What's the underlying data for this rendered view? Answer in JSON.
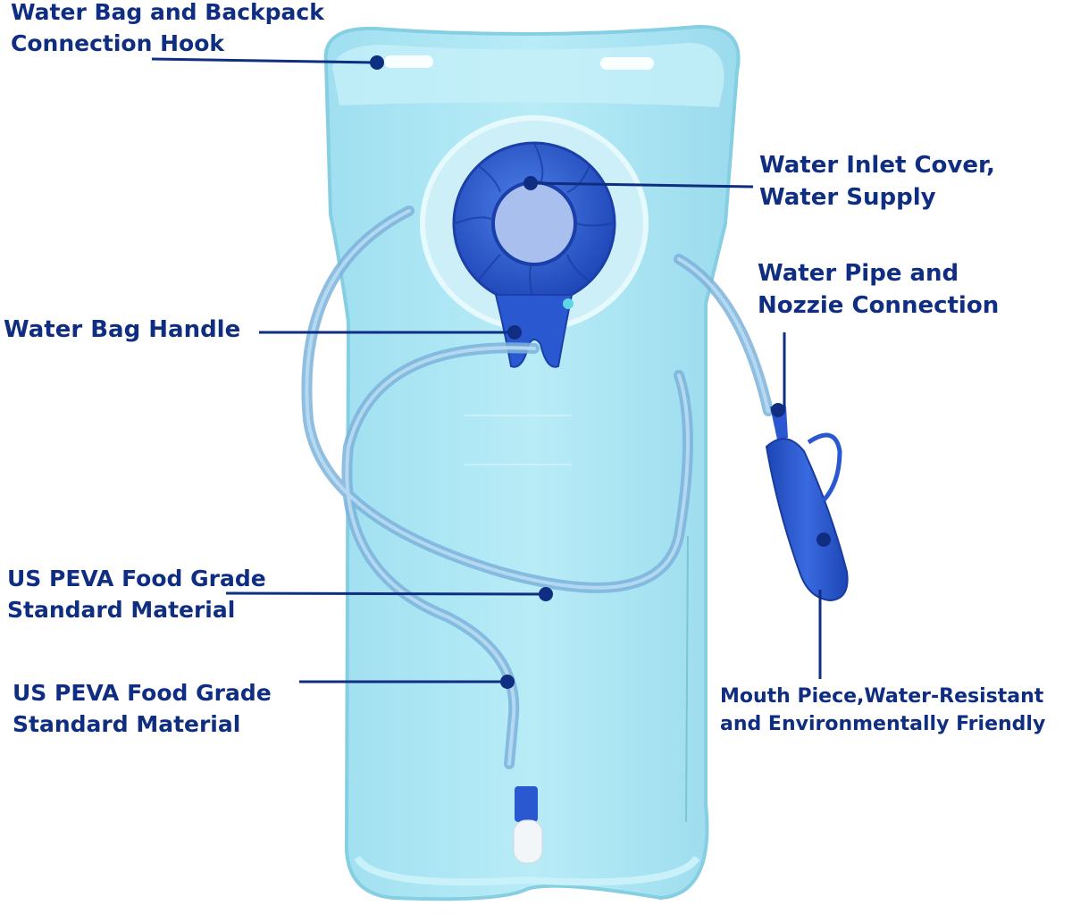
{
  "colors": {
    "label_text": "#0f2e82",
    "leader_line": "#0f2e82",
    "bag_fill": "#a9e4f2",
    "bag_edge": "#8fd3e6",
    "cap_blue": "#2f5fd6",
    "tube": "#7db3dc",
    "mouthpiece": "#2455c9",
    "background": "#ffffff"
  },
  "labels": [
    {
      "id": "hook",
      "lines": [
        "Water Bag and Backpack",
        "Connection Hook"
      ]
    },
    {
      "id": "inlet",
      "lines": [
        "Water Inlet Cover,",
        "Water Supply"
      ]
    },
    {
      "id": "pipe",
      "lines": [
        "Water Pipe and",
        "Nozzie Connection"
      ]
    },
    {
      "id": "handle",
      "lines": [
        "Water Bag Handle"
      ]
    },
    {
      "id": "material1",
      "lines": [
        "US PEVA Food Grade",
        "Standard Material"
      ]
    },
    {
      "id": "material2",
      "lines": [
        "US PEVA Food Grade",
        "Standard Material"
      ]
    },
    {
      "id": "mouthpiece",
      "lines": [
        "Mouth Piece,Water-Resistant",
        "and Environmentally Friendly"
      ]
    }
  ]
}
